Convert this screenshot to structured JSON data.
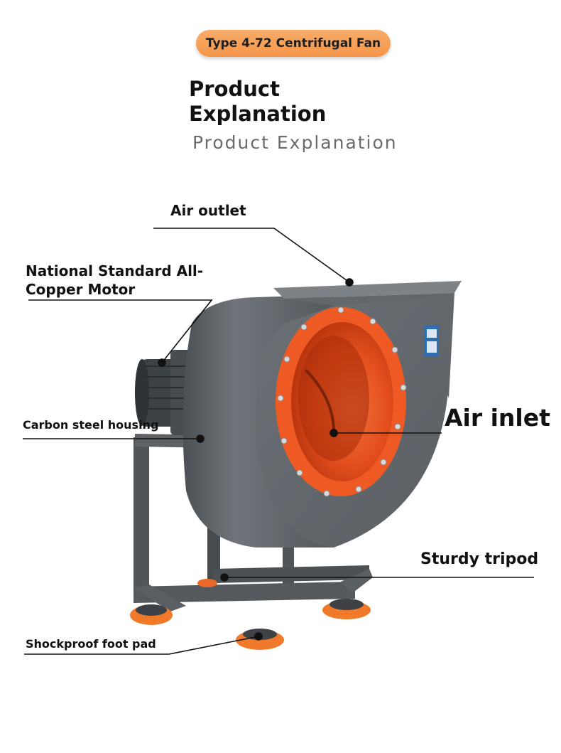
{
  "badge": {
    "text": "Type 4-72 Centrifugal Fan"
  },
  "heading": {
    "line1": "Product",
    "line2": "Explanation",
    "subtitle": "Product Explanation"
  },
  "labels": {
    "air_outlet": "Air outlet",
    "motor_line1": "National Standard All-",
    "motor_line2": "Copper Motor",
    "housing": "Carbon steel housing",
    "air_inlet": "Air inlet",
    "tripod": "Sturdy tripod",
    "foot_pad": "Shockproof foot pad"
  },
  "colors": {
    "badge": "#f59549",
    "housing": "#5c6166",
    "flange": "#ef5a24",
    "pad": "#f07a2a"
  }
}
